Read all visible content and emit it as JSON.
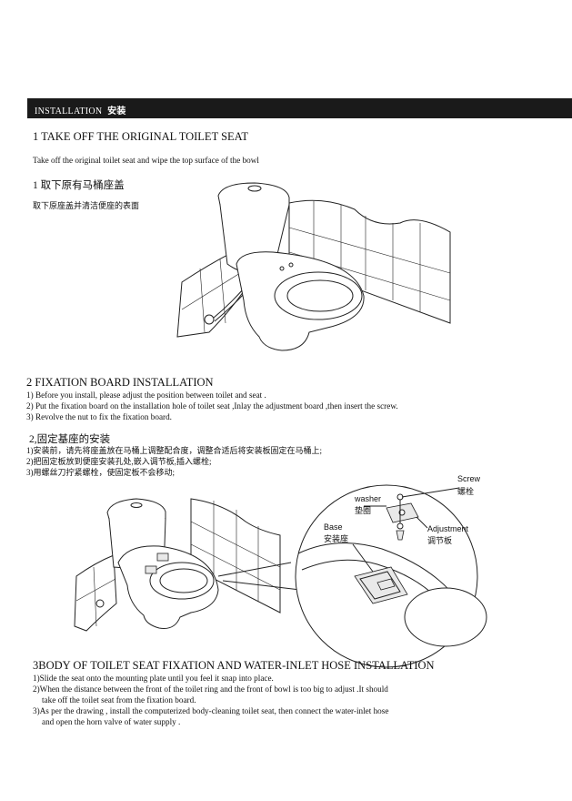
{
  "header": {
    "title_en": "INSTALLATION",
    "title_cn": "安装"
  },
  "section1": {
    "heading_en": "1 TAKE OFF THE ORIGINAL TOILET SEAT",
    "text_en": "Take off the original toilet seat and wipe the top surface of the bowl",
    "heading_cn": "1 取下原有马桶座盖",
    "text_cn": "取下原座盖并清洁便座的表面"
  },
  "section2": {
    "heading_en": "2 FIXATION BOARD INSTALLATION",
    "steps_en": [
      "1) Before you install, please adjust the position between toilet and seat .",
      "2) Put the fixation board on the installation hole of toilet seat ,Inlay the adjustment board ,then insert the screw.",
      "3) Revolve the nut to fix the fixation board."
    ],
    "heading_cn": "2,固定基座的安装",
    "steps_cn": [
      "1)安装前，请先将座盖放在马桶上调整配合度，调整合适后将安装板固定在马桶上;",
      "2)把固定板放到便座安装孔处,嵌入调节板,插入螺栓;",
      "3)用螺丝刀拧紧螺栓，使固定板不会移动;"
    ],
    "labels": {
      "screw_en": "Screw",
      "screw_cn": "螺栓",
      "washer_en": "washer",
      "washer_cn": "垫圈",
      "base_en": "Base",
      "base_cn": "安装座",
      "adjustment_en": "Adjustment",
      "adjustment_cn": "调节板"
    }
  },
  "section3": {
    "heading_en": "3BODY OF TOILET SEAT FIXATION AND WATER-INLET HOSE INSTALLATION",
    "steps_en": [
      "1)Slide the seat onto the mounting plate until you feel it snap into place.",
      "2)When the distance between the front of the toilet ring and the front of bowl is too big to adjust .It should",
      "take off the toilet seat from the fixation board.",
      "3)As per the drawing , install the computerized body-cleaning toilet seat, then connect the water-inlet hose",
      "and open the horn valve of water supply ."
    ]
  }
}
